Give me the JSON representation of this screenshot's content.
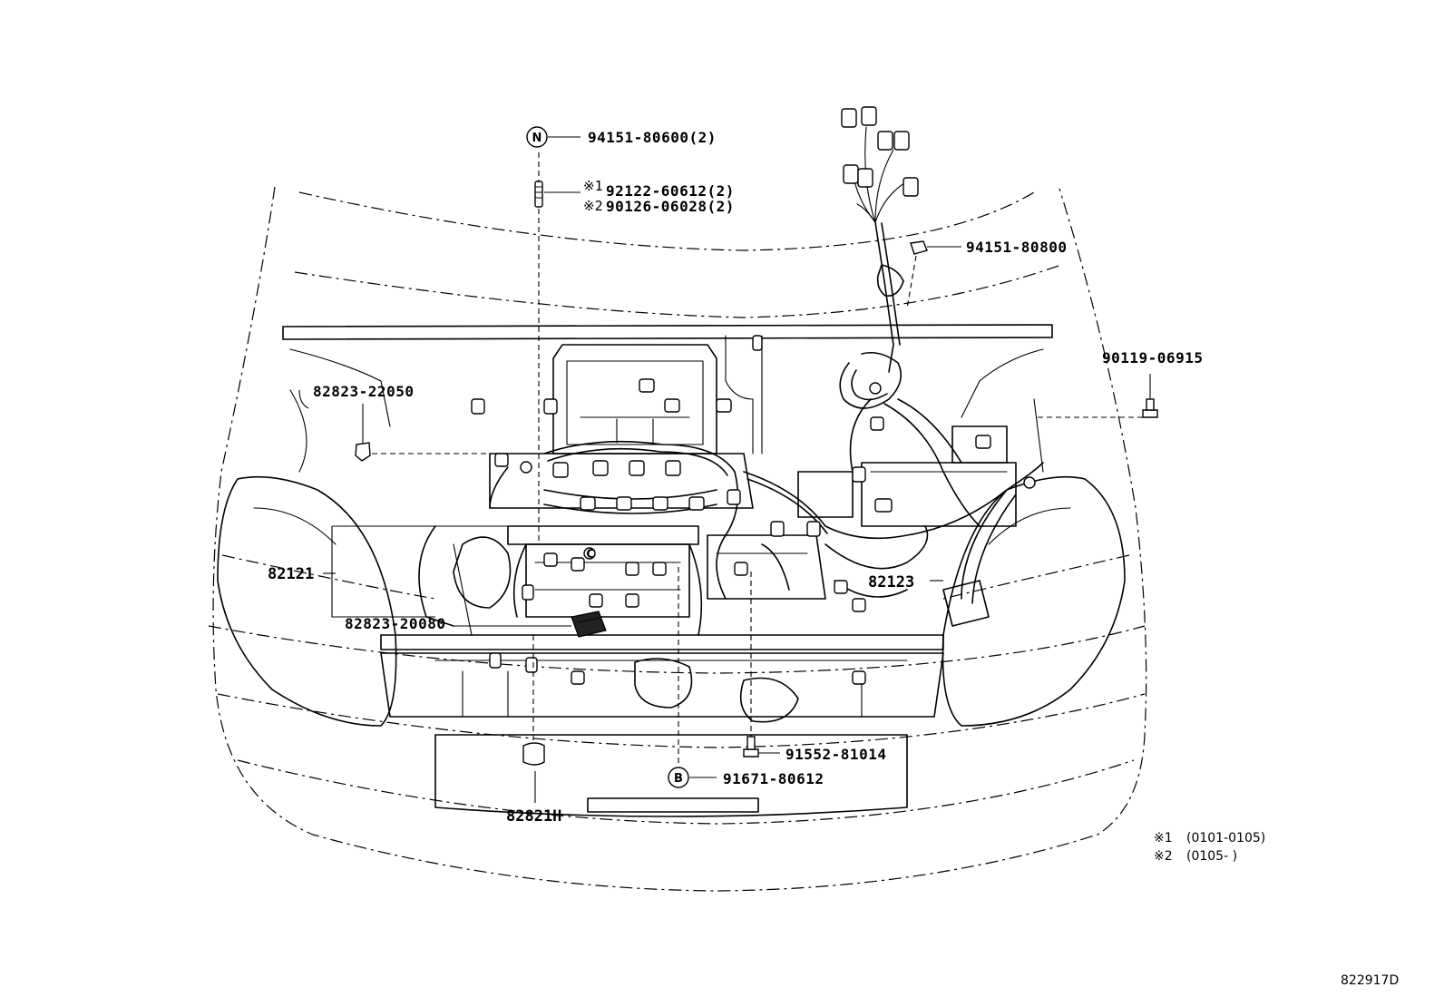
{
  "labels": {
    "nut_94151_80600": "94151-80600(2)",
    "stud_mark1": "※1",
    "stud_92122": "92122-60612(2)",
    "stud_mark2": "※2",
    "stud_90126": "90126-06028(2)",
    "nut_94151_80800": "94151-80800",
    "bolt_90119": "90119-06915",
    "clamp_82823_22050": "82823-22050",
    "harness_82121": "82121",
    "harness_82123": "82123",
    "clamp_82823_20080": "82823-20080",
    "bolt_91552": "91552-81014",
    "bolt_91671": "91671-80612",
    "fuse_82821h": "82821H"
  },
  "callouts": {
    "n_symbol": "N",
    "b_symbol": "B",
    "c_symbol": "C"
  },
  "notes": {
    "note1_mark": "※1",
    "note1_range": "(0101-0105)",
    "note2_mark": "※2",
    "note2_range": "(0105-       )"
  },
  "drawing_code": "822917D"
}
